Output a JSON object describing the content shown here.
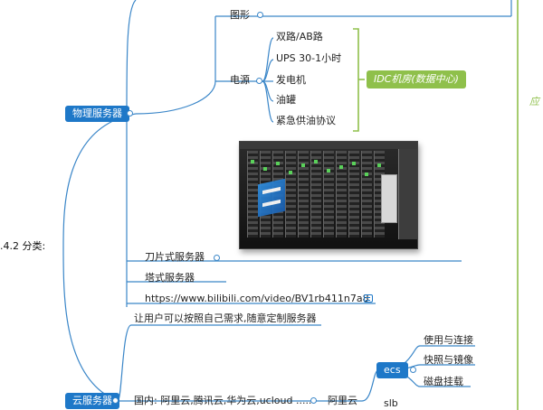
{
  "colors": {
    "branch": "#1e78c8",
    "idc": "#8fc04b",
    "line": "#3a86c8"
  },
  "root": {
    "label": ".4.2 分类:"
  },
  "physical": {
    "label": "物理服务器",
    "graphics": "图形",
    "power": {
      "label": "电源",
      "items": [
        "双路/AB路",
        "UPS 30-1小时",
        "发电机",
        "油罐",
        "紧急供油协议"
      ],
      "group_label": "IDC机房(数据中心)"
    },
    "blade": "刀片式服务器",
    "tower": "塔式服务器",
    "link": "https://www.bilibili.com/video/BV1rb411n7a8",
    "link_icon": "link-icon"
  },
  "cloud": {
    "label": "云服务器",
    "desc": "让用户可以按照自己需求,随意定制服务器",
    "domestic": "国内: 阿里云,腾讯云,华为云,ucloud .....",
    "aliyun": "阿里云",
    "ecs": {
      "label": "ecs",
      "items": [
        "使用与连接",
        "快照与镜像",
        "磁盘挂载"
      ]
    },
    "slb": "slb"
  },
  "edge_right": "应"
}
